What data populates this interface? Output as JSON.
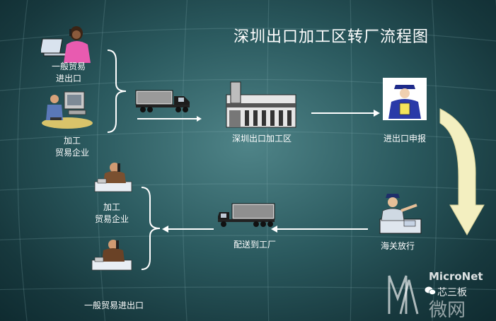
{
  "title": "深圳出口加工区转厂流程图",
  "labels": {
    "general_trade_top": "一般贸易\n进出口",
    "processing_top": "加工\n贸易企业",
    "szepz": "深圳出口加工区",
    "declaration": "进出口申报",
    "customs_release": "海关放行",
    "deliver_factory": "配送到工厂",
    "processing_bottom": "加工\n贸易企业",
    "general_trade_bottom": "一般贸易进出口"
  },
  "watermark": {
    "brand": "MicroNet",
    "channel": "芯三板",
    "cn": "微网"
  },
  "colors": {
    "background": "#2b5a5f",
    "arrow": "#ffffff",
    "curve_arrow": "#f3efc0"
  },
  "icons": {
    "woman_laptop": "person-with-laptop-icon",
    "man_computer": "person-at-computer-icon",
    "truck": "truck-icon",
    "factory": "factory-building-icon",
    "officer": "customs-officer-icon",
    "phone_man": "man-on-phone-icon"
  }
}
